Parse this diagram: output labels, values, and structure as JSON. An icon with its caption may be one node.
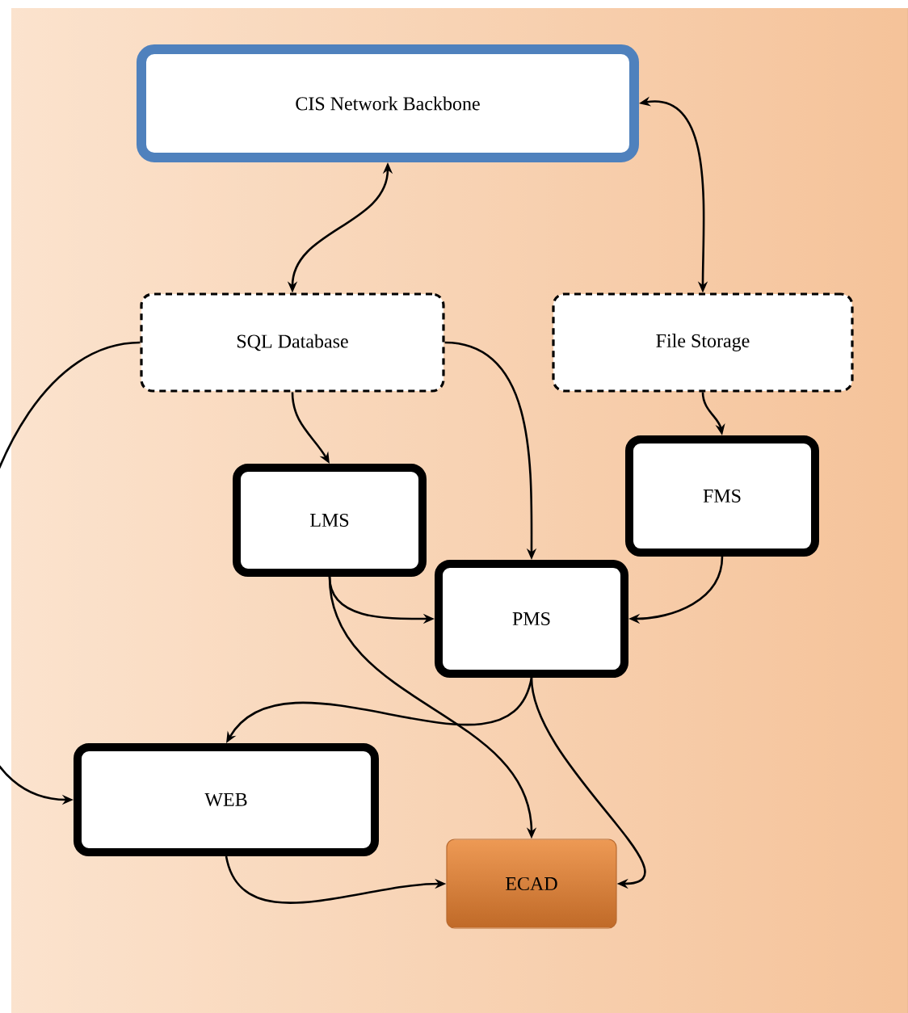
{
  "diagram": {
    "nodes": [
      {
        "text": [
          "CIS Network Backbone"
        ]
      },
      {
        "text": [
          "SQL Database"
        ]
      },
      {
        "text": [
          "File Storage"
        ]
      },
      {
        "text": [
          "LMS"
        ]
      },
      {
        "text": [
          "FMS"
        ]
      },
      {
        "text": [
          "PMS"
        ]
      },
      {
        "text": [
          "WEB"
        ]
      },
      {
        "text": [
          "ECAD"
        ]
      }
    ],
    "edges": [
      {
        "from": 0,
        "to": 1,
        "arrow": "both"
      },
      {
        "from": 0,
        "to": 2,
        "arrow": "both"
      },
      {
        "from": 1,
        "to": 3,
        "arrow": "to"
      },
      {
        "from": 1,
        "to": 5,
        "arrow": "to"
      },
      {
        "from": 1,
        "to": 6,
        "arrow": "to"
      },
      {
        "from": 2,
        "to": 4,
        "arrow": "to"
      },
      {
        "from": 3,
        "to": 5,
        "arrow": "to"
      },
      {
        "from": 3,
        "to": 7,
        "arrow": "to"
      },
      {
        "from": 4,
        "to": 5,
        "arrow": "to"
      },
      {
        "from": 5,
        "to": 6,
        "arrow": "to"
      },
      {
        "from": 5,
        "to": 7,
        "arrow": "to"
      },
      {
        "from": 6,
        "to": 7,
        "arrow": "to"
      }
    ]
  }
}
